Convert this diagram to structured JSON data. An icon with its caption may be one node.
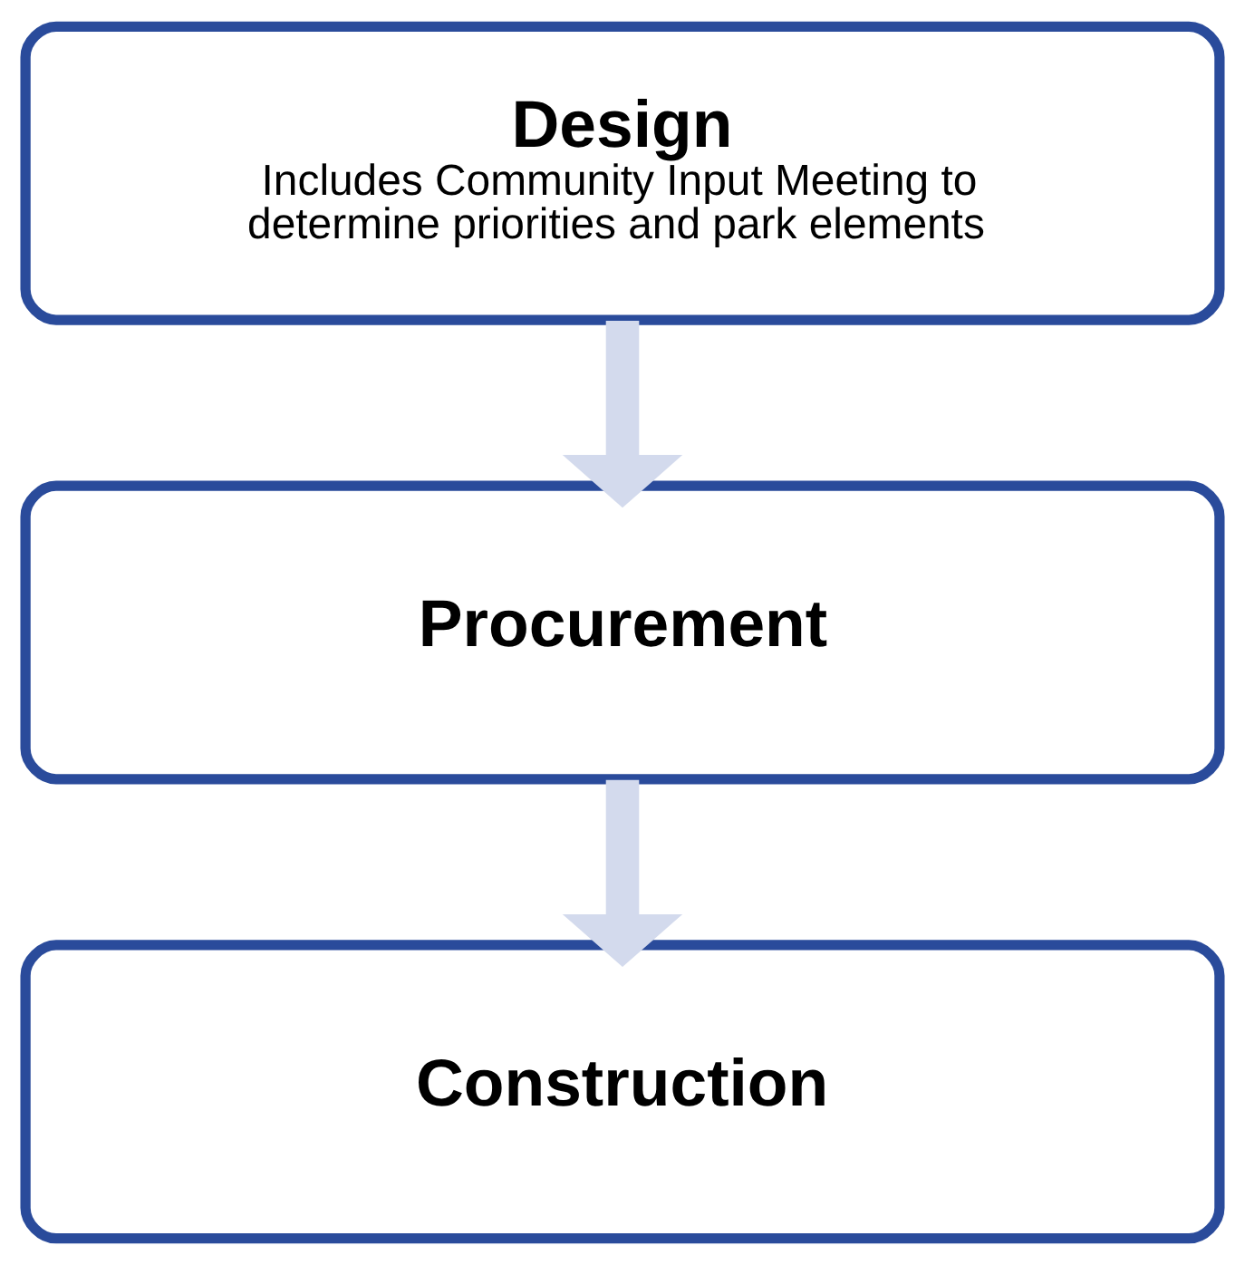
{
  "diagram": {
    "nodes": [
      {
        "text": [
          "Design",
          "Includes Community Input Meeting to determine priorities and park elements"
        ]
      },
      {
        "text": [
          "Procurement"
        ]
      },
      {
        "text": [
          "Construction"
        ]
      }
    ],
    "edges": [
      {
        "from": 0,
        "to": 1,
        "arrow": "to"
      },
      {
        "from": 1,
        "to": 2,
        "arrow": "to"
      }
    ]
  }
}
